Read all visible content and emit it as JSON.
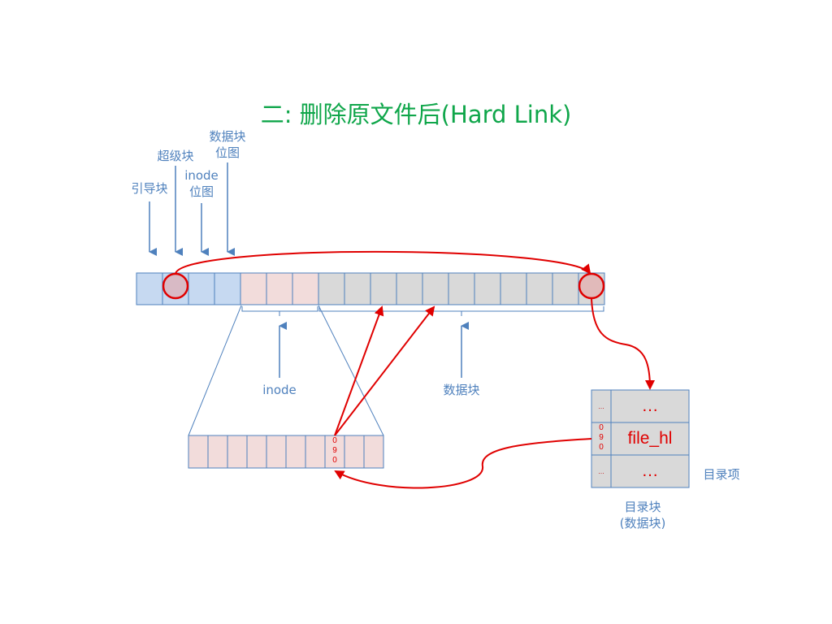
{
  "title": "二: 删除原文件后(Hard Link)",
  "labels": {
    "boot_block": "引导块",
    "super_block": "超级块",
    "inode_bitmap_line1": "inode",
    "inode_bitmap_line2": "位图",
    "data_bitmap_line1": "数据块",
    "data_bitmap_line2": "位图",
    "inode_area": "inode",
    "data_area": "数据块",
    "dir_entry": "目录项",
    "dir_block_line1": "目录块",
    "dir_block_line2": "(数据块)"
  },
  "inode_detail": {
    "number_digits": [
      "0",
      "9",
      "0"
    ]
  },
  "directory_block": {
    "rows": [
      {
        "index": "…",
        "name": "…"
      },
      {
        "index_digits": [
          "0",
          "9",
          "0"
        ],
        "name": "file_hl"
      },
      {
        "index": "…",
        "name": "…"
      }
    ]
  },
  "colors": {
    "title": "#0fa64a",
    "label": "#4f81bd",
    "blue_block": "#c6d9f1",
    "pink_block": "#f2dcdb",
    "gray_block": "#d9d9d9",
    "block_border": "#4f81bd",
    "red_accent": "#e00000"
  }
}
